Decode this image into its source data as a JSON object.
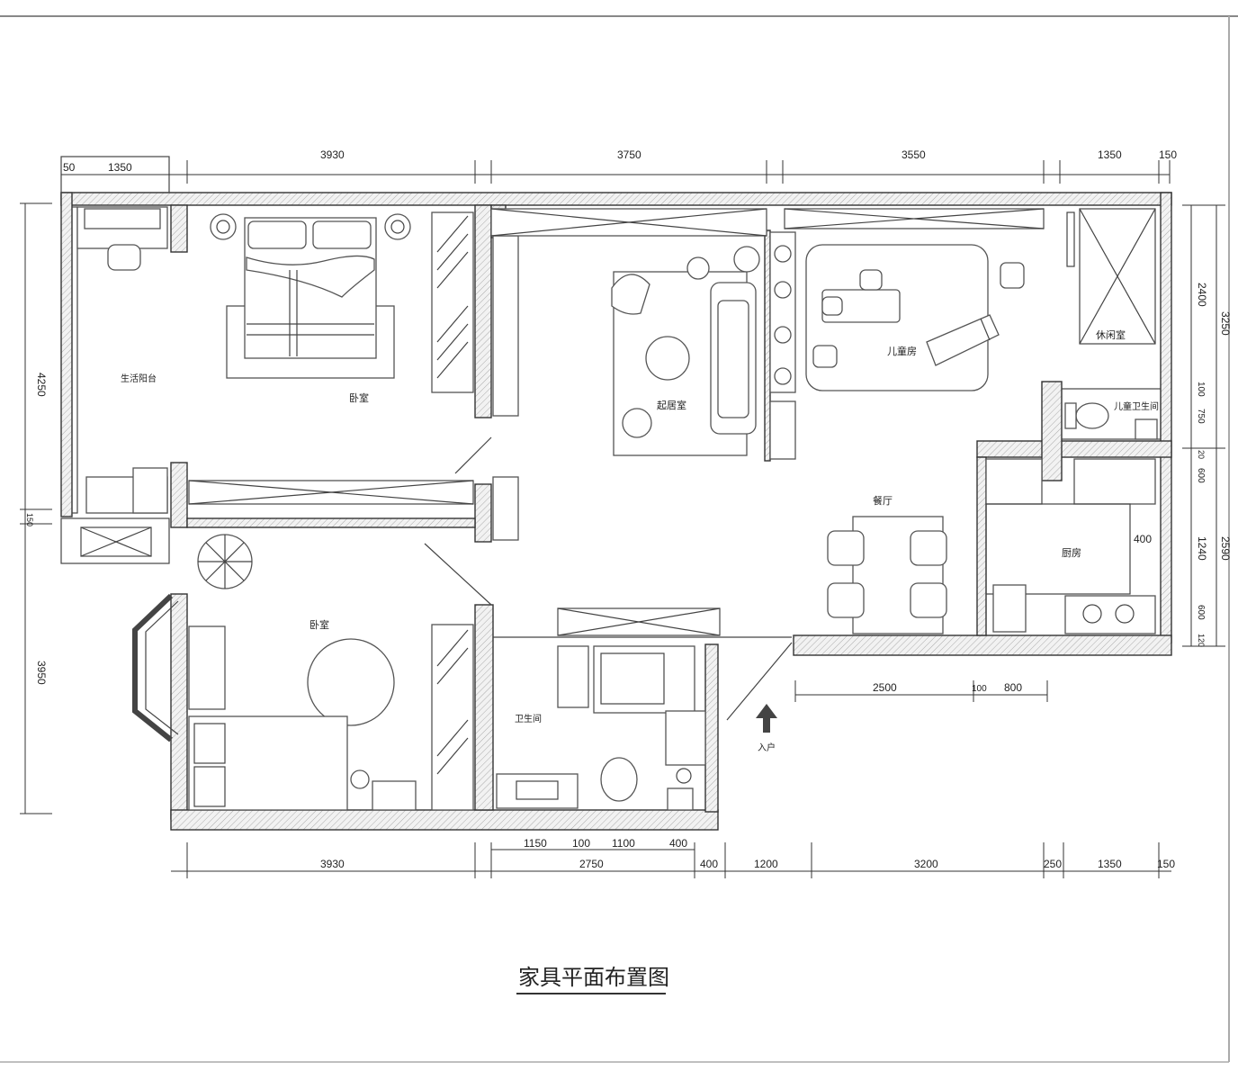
{
  "title": "家具平面布置图",
  "rooms": {
    "life_balcony": "生活阳台",
    "master_bedroom": "卧室",
    "living_room": "起居室",
    "children_room": "儿童房",
    "leisure_room": "休闲室",
    "children_bathroom": "儿童卫生间",
    "dining": "餐厅",
    "kitchen": "厨房",
    "bathroom": "卫生间",
    "second_bedroom": "卧室",
    "entrance": "入户"
  },
  "dimensions": {
    "top": [
      "50",
      "1350",
      "3930",
      "3750",
      "3550",
      "1350",
      "150"
    ],
    "bottom_row1": [
      "1150",
      "100",
      "1100",
      "400"
    ],
    "bottom_row2": [
      "3930",
      "2750",
      "400",
      "1200",
      "3200",
      "250",
      "1350",
      "150"
    ],
    "left": [
      "4250",
      "150",
      "3950"
    ],
    "right_inner": [
      "2400",
      "100",
      "750",
      "20",
      "600",
      "1240",
      "600",
      "120"
    ],
    "right_outer": [
      "3250",
      "2590"
    ],
    "lower_middle": [
      "2500",
      "100",
      "800"
    ],
    "kitchen_inner": "400"
  }
}
